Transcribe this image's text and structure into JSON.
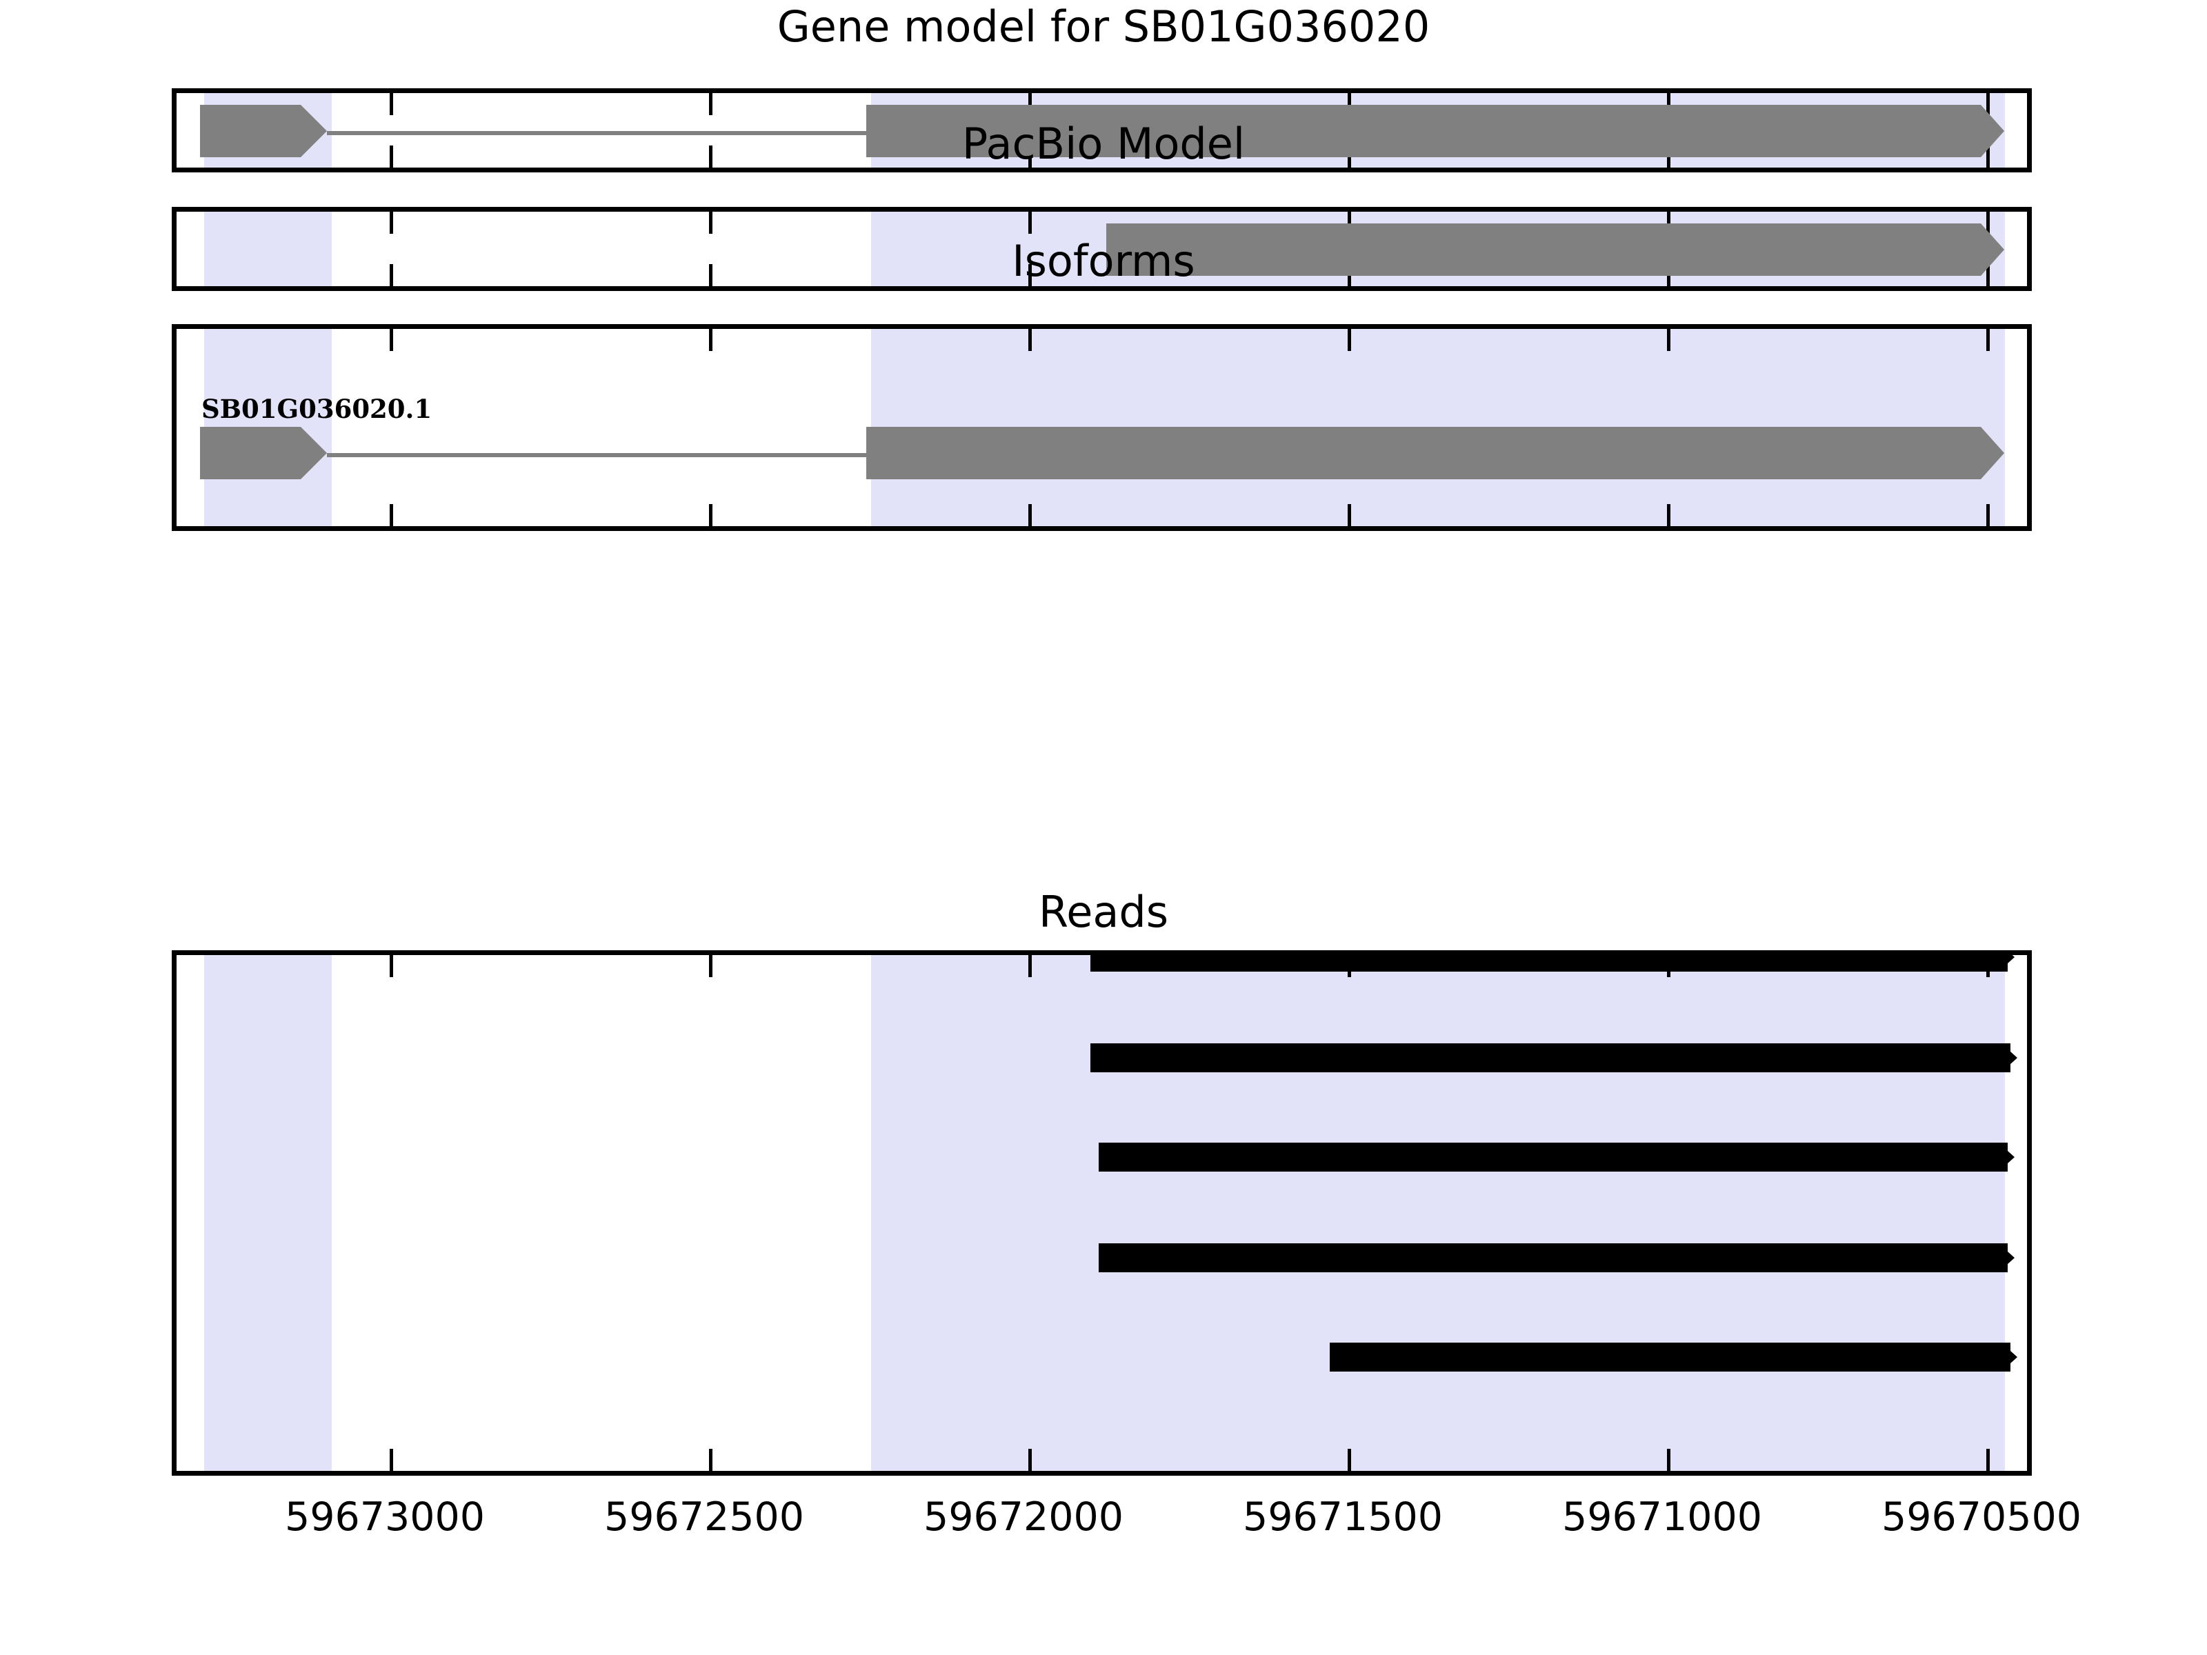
{
  "figure": {
    "title": "Gene model for SB01G036020",
    "background_color": "#ffffff",
    "highlight_color": "#e2e2f8",
    "feature_color": "#808080",
    "read_color": "#000000",
    "axis_color": "#000000"
  },
  "panels": [
    {
      "key": "gene_model",
      "title": "Gene model for SB01G036020"
    },
    {
      "key": "pacbio_model",
      "title": "PacBio Model"
    },
    {
      "key": "isoforms",
      "title": "Isoforms"
    },
    {
      "key": "reads",
      "title": "Reads"
    }
  ],
  "isoform_labels": [
    "SB01G036020.1"
  ],
  "chart_data": {
    "type": "diagram",
    "title": "Gene model for SB01G036020",
    "xlabel": "",
    "ylabel": "",
    "grid": false,
    "legend": "none",
    "axis_direction": "decreasing",
    "xlim": [
      59673290,
      59670330
    ],
    "xticks": [
      59673000,
      59672500,
      59672000,
      59671500,
      59671000,
      59670500
    ],
    "xticklabels": [
      "59673000",
      "59672500",
      "59672000",
      "59671500",
      "59671000",
      "59670500"
    ],
    "highlight_spans": [
      {
        "start": 59673180,
        "end": 59672975
      },
      {
        "start": 59672330,
        "end": 59670510
      }
    ],
    "tracks": [
      {
        "name": "Gene model for SB01G036020",
        "strand": "-",
        "features": [
          {
            "type": "exon",
            "start": 59673185,
            "end": 59672960
          },
          {
            "type": "intron",
            "start": 59672960,
            "end": 59672335
          },
          {
            "type": "exon",
            "start": 59672335,
            "end": 59670505
          }
        ]
      },
      {
        "name": "PacBio Model",
        "strand": "-",
        "features": [
          {
            "type": "exon",
            "start": 59671960,
            "end": 59670505
          }
        ]
      },
      {
        "name": "Isoforms",
        "strand": "-",
        "isoform": "SB01G036020.1",
        "features": [
          {
            "type": "exon",
            "start": 59673185,
            "end": 59672960
          },
          {
            "type": "intron",
            "start": 59672960,
            "end": 59672335
          },
          {
            "type": "exon",
            "start": 59672335,
            "end": 59670505
          }
        ]
      },
      {
        "name": "Reads",
        "strand": "-",
        "reads": [
          {
            "index": 1,
            "start": 59671980,
            "end": 59670510
          },
          {
            "index": 2,
            "start": 59671980,
            "end": 59670510
          },
          {
            "index": 3,
            "start": 59671968,
            "end": 59670510
          },
          {
            "index": 4,
            "start": 59671968,
            "end": 59670510
          },
          {
            "index": 5,
            "start": 59671610,
            "end": 59670510
          }
        ]
      }
    ]
  }
}
